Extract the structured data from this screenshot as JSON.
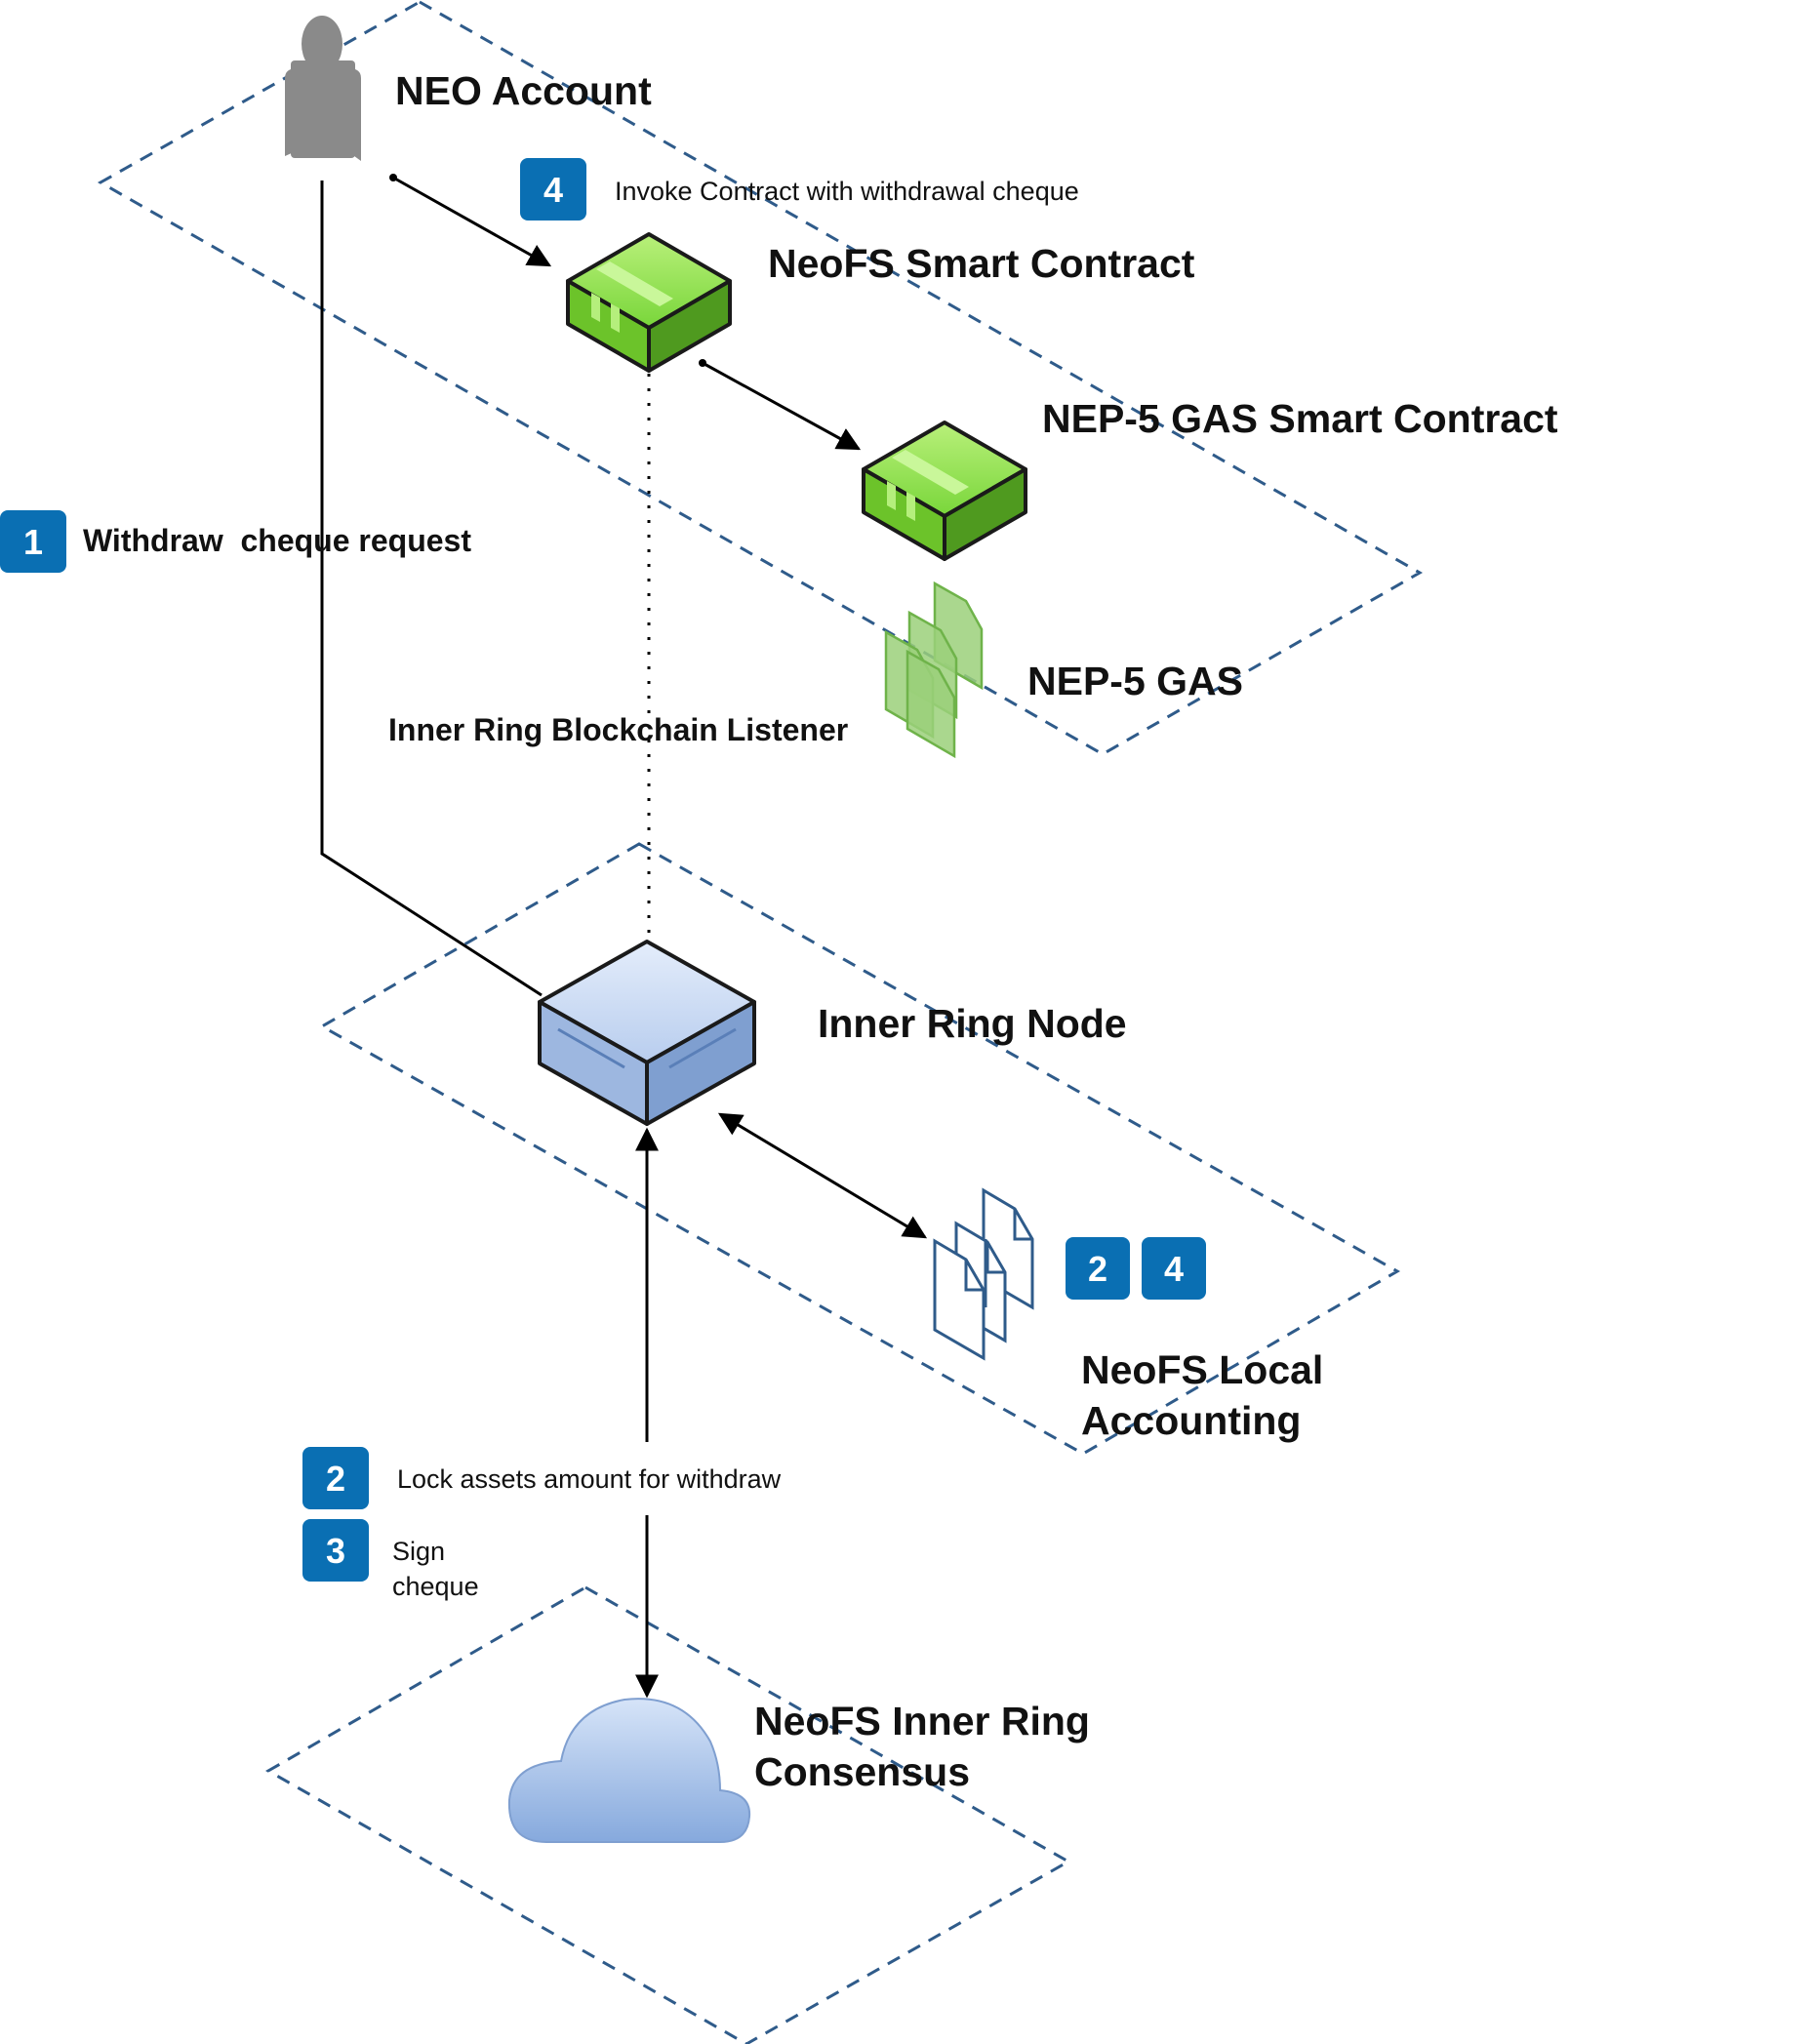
{
  "labels": {
    "neo_account": "NEO Account",
    "neofs_contract": "NeoFS Smart Contract",
    "nep5_gas_contract": "NEP-5 GAS Smart Contract",
    "nep5_gas": "NEP-5 GAS",
    "listener": "Inner Ring Blockchain Listener",
    "inner_ring_node": "Inner Ring Node",
    "local_accounting_1": "NeoFS Local",
    "local_accounting_2": "Accounting",
    "consensus_1": "NeoFS Inner Ring",
    "consensus_2": "Consensus"
  },
  "steps": {
    "withdraw_num": "1",
    "withdraw_text": "Withdraw  cheque request",
    "invoke_num": "4",
    "invoke_text": "Invoke Contract with withdrawal cheque",
    "acc_num_a": "2",
    "acc_num_b": "4",
    "lock_num": "2",
    "lock_text": "Lock assets amount for withdraw",
    "sign_num": "3",
    "sign_text_1": "Sign",
    "sign_text_2": "cheque"
  },
  "colors": {
    "badge": "#0a6fb3",
    "plane_dash": "#2f5b8a",
    "contract_green": "#6cc32a",
    "node_blue": "#9db7e0",
    "cloud_blue": "#a9c4ea",
    "gas_doc_green": "#9bd07a"
  },
  "icons": {
    "account": "person-icon",
    "contract": "cube-icon",
    "node": "server-icon",
    "documents": "documents-icon",
    "cloud": "cloud-icon"
  }
}
